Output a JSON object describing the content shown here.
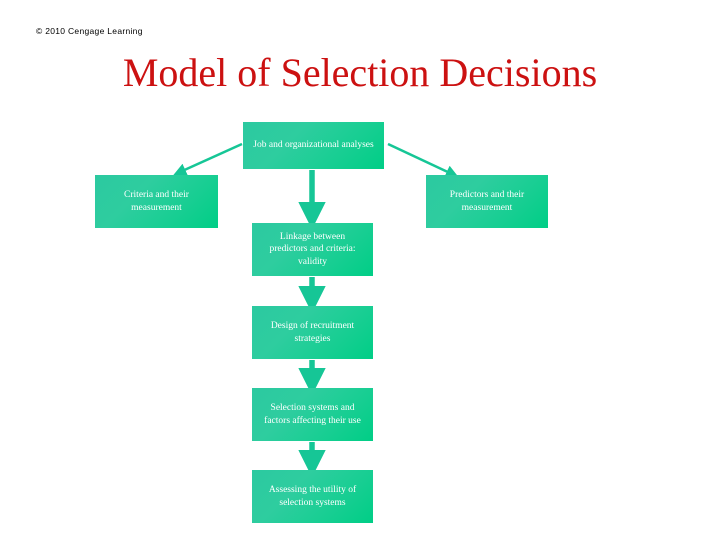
{
  "slide": {
    "copyright": "© 2010 Cengage Learning",
    "title": "Model of Selection Decisions",
    "title_color": "#CC1111",
    "background_color": "#FFFFFF",
    "node_gradient_start": "#2CC9A0",
    "node_gradient_end": "#00CE86",
    "node_text_color": "#FFFFFF",
    "arrow_color": "#16C696"
  },
  "diagram": {
    "type": "flowchart",
    "nodes": [
      {
        "id": "job",
        "label": "Job and organizational analyses"
      },
      {
        "id": "criteria",
        "label": "Criteria and their\nmeasurement"
      },
      {
        "id": "predictors",
        "label": "Predictors and their\nmeasurement"
      },
      {
        "id": "linkage",
        "label": "Linkage between\npredictors and criteria:\nvalidity"
      },
      {
        "id": "design",
        "label": "Design of recruitment\nstrategies"
      },
      {
        "id": "systems",
        "label": "Selection systems and\nfactors affecting their use"
      },
      {
        "id": "utility",
        "label": "Assessing the utility of\nselection systems"
      }
    ],
    "edges": [
      {
        "from": "job",
        "to": "criteria",
        "direction": "down-left"
      },
      {
        "from": "job",
        "to": "predictors",
        "direction": "down-right"
      },
      {
        "from": "job",
        "to": "linkage",
        "direction": "down"
      },
      {
        "from": "linkage",
        "to": "design",
        "direction": "down"
      },
      {
        "from": "design",
        "to": "systems",
        "direction": "down"
      },
      {
        "from": "systems",
        "to": "utility",
        "direction": "down"
      }
    ]
  }
}
